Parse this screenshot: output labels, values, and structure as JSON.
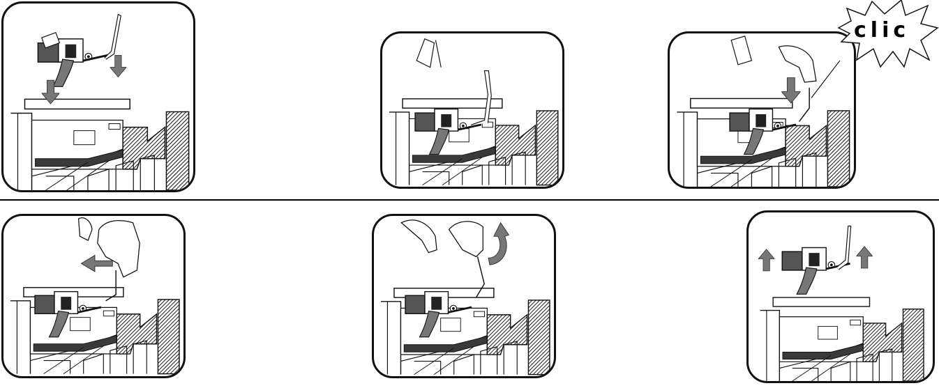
{
  "figure": {
    "steps": [
      {
        "id": 1,
        "action": "insert-carriage",
        "arrows": [
          "down",
          "down"
        ]
      },
      {
        "id": 2,
        "action": "carriage-seated"
      },
      {
        "id": 3,
        "action": "press-latch",
        "callout": "clic"
      },
      {
        "id": 4,
        "action": "push-latch",
        "arrows": [
          "left"
        ]
      },
      {
        "id": 5,
        "action": "lift-latch",
        "arrows": [
          "curved-up"
        ]
      },
      {
        "id": 6,
        "action": "remove-carriage",
        "arrows": [
          "up",
          "up"
        ]
      }
    ],
    "callout_text": "clic",
    "colors": {
      "line": "#111111",
      "arrow": "#777777",
      "hatch": "#333333",
      "background": "#ffffff"
    }
  }
}
